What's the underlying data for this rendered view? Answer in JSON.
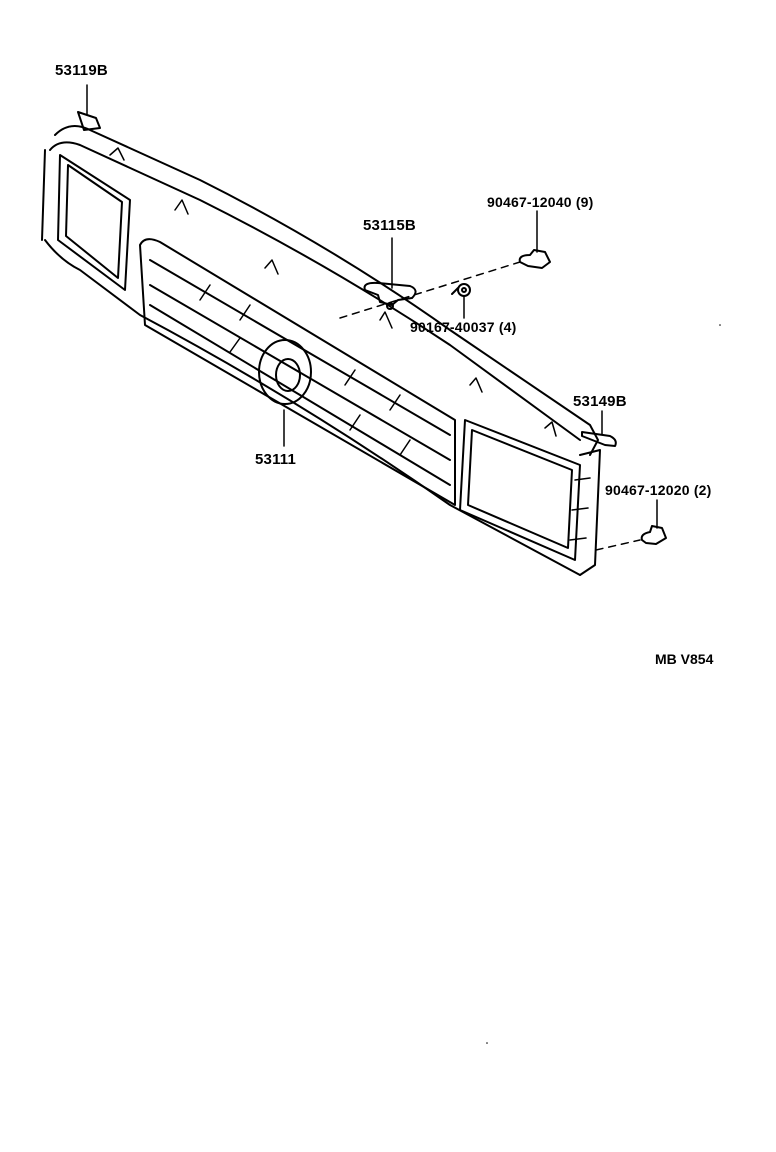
{
  "diagram": {
    "parts": [
      {
        "number": "53119B"
      },
      {
        "number": "53115B"
      },
      {
        "number": "90467-12040 (9)"
      },
      {
        "number": "90167-40037 (4)"
      },
      {
        "number": "53149B"
      },
      {
        "number": "53111"
      },
      {
        "number": "90467-12020 (2)"
      }
    ],
    "diagram_code": "MB V854"
  }
}
